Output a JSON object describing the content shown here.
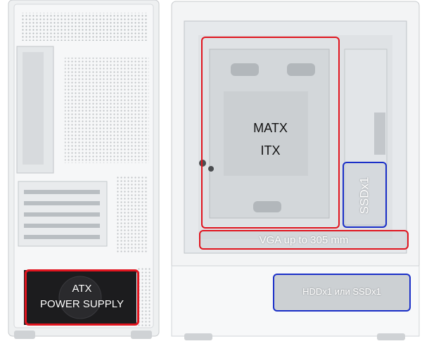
{
  "image": {
    "alt_left": "White PC case, rear view",
    "alt_right": "White PC case, side view with glass panel",
    "colors": {
      "case_white": "#f4f5f6",
      "metal_grey": "#d9dcde",
      "shadow": "#b8bcc0",
      "psu_dark": "#1c1c1e",
      "highlight_red": "#e0141e",
      "highlight_blue": "#1a2fc8"
    }
  },
  "labels": {
    "psu_line1": "ATX",
    "psu_line2": "POWER SUPPLY",
    "mb_line1": "MATX",
    "mb_line2": "ITX",
    "gpu": "VGA up to 305 mm",
    "ssd": "SSDx1",
    "drive": "HDDx1 или SSDx1"
  }
}
